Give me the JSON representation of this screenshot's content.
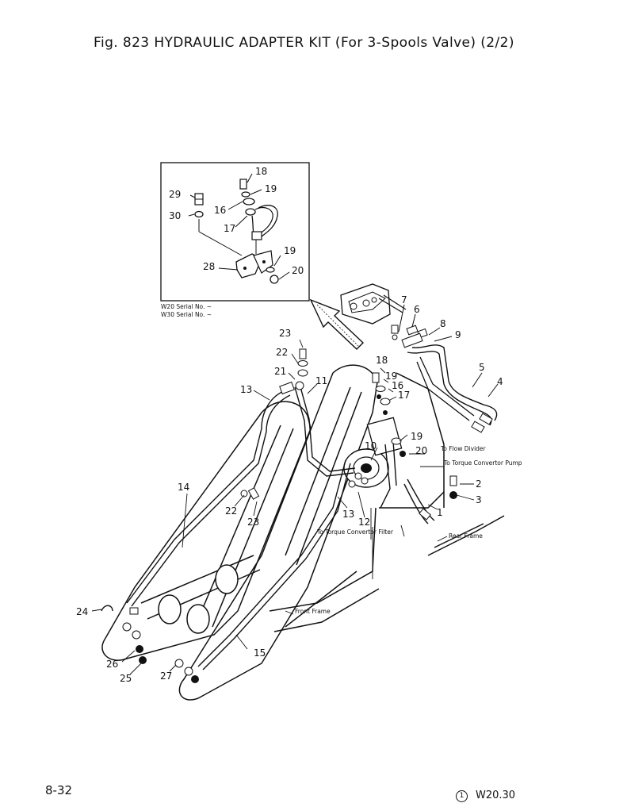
{
  "header": {
    "title": "Fig. 823 HYDRAULIC ADAPTER KIT (For 3-Spools Valve) (2/2)"
  },
  "inset": {
    "serial_w20": "W20 Serial No. ~",
    "serial_w30": "W30 Serial No. ~"
  },
  "callouts": {
    "c18_inset": "18",
    "c19_inset_a": "19",
    "c29": "29",
    "c16_inset": "16",
    "c30": "30",
    "c17_inset": "17",
    "c19_inset_b": "19",
    "c28": "28",
    "c20_inset": "20",
    "c7": "7",
    "c6": "6",
    "c8": "8",
    "c9": "9",
    "c5": "5",
    "c4": "4",
    "c23_top": "23",
    "c22_top": "22",
    "c21": "21",
    "c13_left": "13",
    "c11": "11",
    "c18": "18",
    "c19_a": "19",
    "c16": "16",
    "c17": "17",
    "c19_b": "19",
    "c20": "20",
    "c10": "10",
    "c2": "2",
    "c3": "3",
    "c1": "1",
    "c14": "14",
    "c22_mid": "22",
    "c23_mid": "23",
    "c13_mid": "13",
    "c12": "12",
    "c24": "24",
    "c15": "15",
    "c26": "26",
    "c25": "25",
    "c27": "27"
  },
  "annotations": {
    "to_flow_divider": "To Flow Divider",
    "to_torque_converter_pump": "To Torque Convertor Pump",
    "to_torque_converter_filter": "To Torque Convertor Filter",
    "rear_frame": "Rear Frame",
    "front_frame": "Front Frame"
  },
  "footer": {
    "page_number": "8-32",
    "revision_mark": "1",
    "model_code": "W20.30"
  }
}
